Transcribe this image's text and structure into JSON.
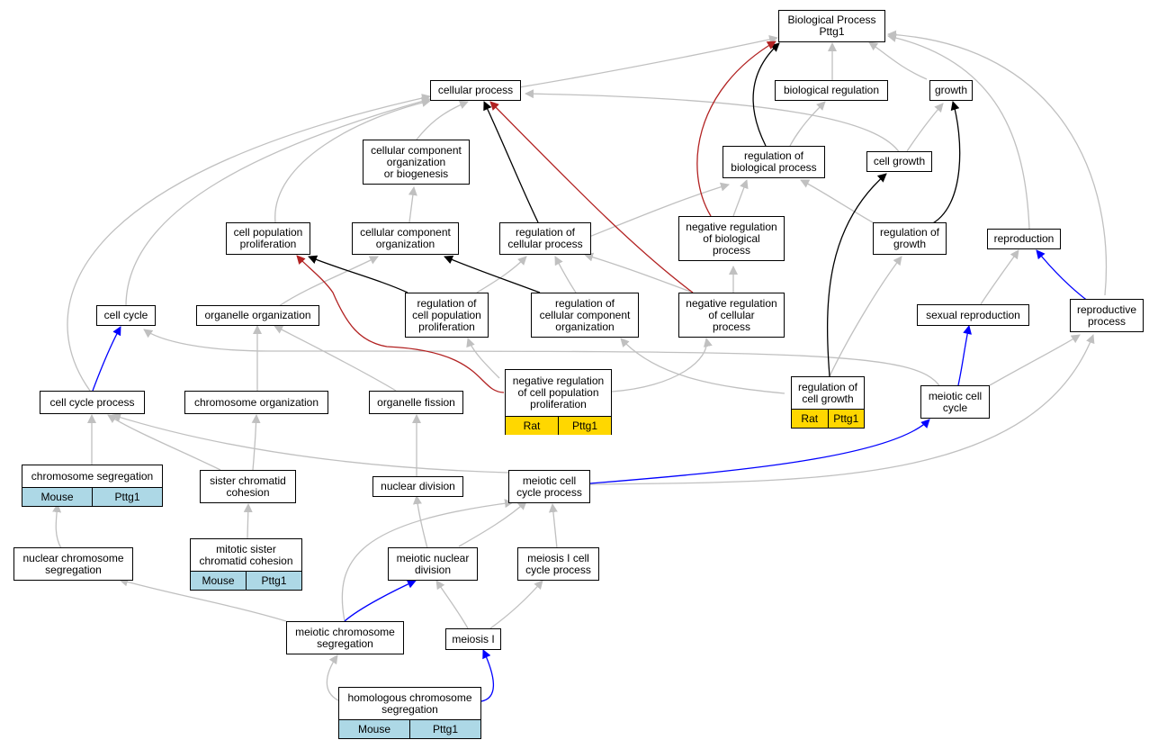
{
  "nodes": {
    "root": "Biological Process\nPttg1",
    "cellular_process": "cellular process",
    "biological_regulation": "biological regulation",
    "growth": "growth",
    "ccob": "cellular component\norganization\nor biogenesis",
    "regulation_of_biological_process": "regulation of\nbiological process",
    "cell_growth": "cell growth",
    "cell_population_proliferation": "cell population\nproliferation",
    "cellular_component_organization": "cellular component\norganization",
    "regulation_of_cellular_process": "regulation of\ncellular process",
    "neg_reg_biological_process": "negative regulation\nof biological\nprocess",
    "regulation_of_growth": "regulation of\ngrowth",
    "reproduction": "reproduction",
    "cell_cycle": "cell cycle",
    "organelle_organization": "organelle organization",
    "reg_cell_population_proliferation": "regulation of\ncell population\nproliferation",
    "reg_cellular_component_organization": "regulation of\ncellular component\norganization",
    "neg_reg_cellular_process": "negative regulation\nof cellular\nprocess",
    "sexual_reproduction": "sexual reproduction",
    "reproductive_process": "reproductive\nprocess",
    "neg_reg_cell_pop_prolif": "negative regulation\nof cell population\nproliferation",
    "regulation_of_cell_growth": "regulation of\ncell growth",
    "meiotic_cell_cycle": "meiotic cell\ncycle",
    "cell_cycle_process": "cell cycle process",
    "chromosome_organization": "chromosome organization",
    "organelle_fission": "organelle fission",
    "chromosome_segregation": "chromosome segregation",
    "sister_chromatid_cohesion": "sister chromatid\ncohesion",
    "nuclear_division": "nuclear division",
    "meiotic_cell_cycle_process": "meiotic cell\ncycle process",
    "mitotic_sister_chromatid_cohesion": "mitotic sister\nchromatid cohesion",
    "nuclear_chromosome_segregation": "nuclear chromosome\nsegregation",
    "meiotic_nuclear_division": "meiotic nuclear\ndivision",
    "meiosis_i_cell_cycle_process": "meiosis I cell\ncycle process",
    "meiotic_chromosome_segregation": "meiotic chromosome\nsegregation",
    "meiosis_i": "meiosis I",
    "homologous_chromosome_segregation": "homologous chromosome\nsegregation"
  },
  "annotations": {
    "neg_reg_cell_pop_prolif": [
      "Rat",
      "Pttg1"
    ],
    "regulation_of_cell_growth": [
      "Rat",
      "Pttg1"
    ],
    "chromosome_segregation": [
      "Mouse",
      "Pttg1"
    ],
    "mitotic_sister_chromatid_cohesion": [
      "Mouse",
      "Pttg1"
    ],
    "homologous_chromosome_segregation": [
      "Mouse",
      "Pttg1"
    ]
  },
  "colors": {
    "edge_default": "#c0c0c0",
    "edge_black": "#000000",
    "edge_red": "#b22222",
    "edge_blue": "#0000ff",
    "rat_fill": "#ffd700",
    "mouse_fill": "#add8e6"
  }
}
